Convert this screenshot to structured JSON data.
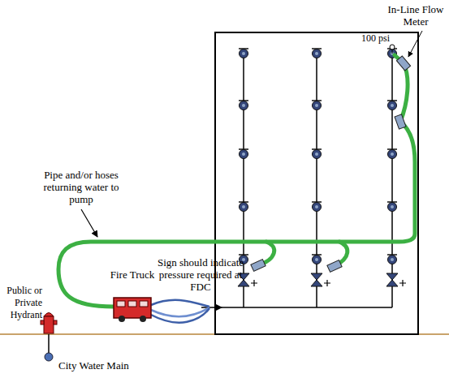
{
  "diagram": {
    "labels": [
      "In-Line Flow Meter",
      "100 psi",
      "Pipe and/or hoses returning water to pump",
      "Fire Truck",
      "Sign should indicate pressure required at FDC",
      "Public or Private Hydrant",
      "City Water Main"
    ]
  }
}
